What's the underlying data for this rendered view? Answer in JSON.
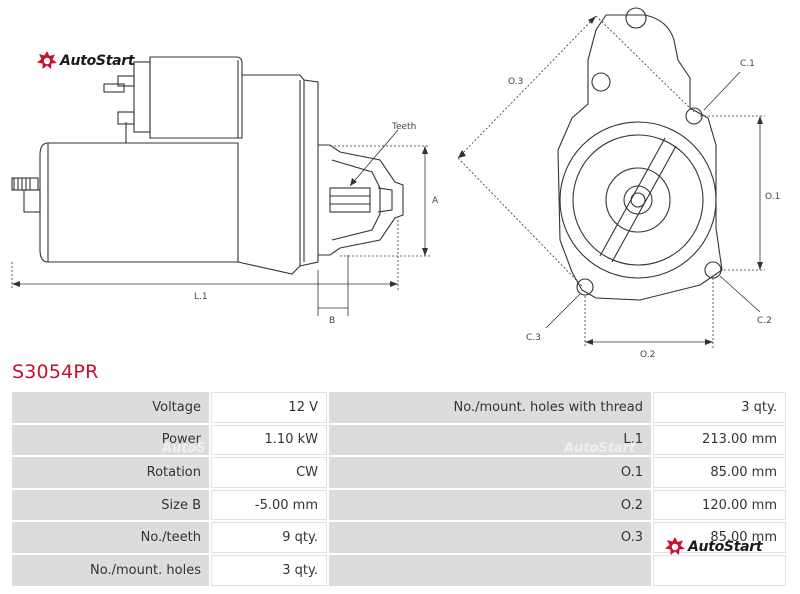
{
  "brand": {
    "name": "AutoStart",
    "accent": "#c8102e"
  },
  "drawing_labels": {
    "teeth": "Teeth",
    "a": "A",
    "l1": "L.1",
    "b": "B",
    "o3": "O.3",
    "c1": "C.1",
    "o1": "O.1",
    "c2": "C.2",
    "c3": "C.3",
    "o2": "O.2"
  },
  "part_number": "S3054PR",
  "specs": {
    "rows": [
      {
        "label1": "Voltage",
        "value1": "12 V",
        "label2": "No./mount. holes with thread",
        "value2": "3 qty."
      },
      {
        "label1": "Power",
        "value1": "1.10 kW",
        "label2": "L.1",
        "value2": "213.00 mm"
      },
      {
        "label1": "Rotation",
        "value1": "CW",
        "label2": "O.1",
        "value2": "85.00 mm"
      },
      {
        "label1": "Size B",
        "value1": "-5.00 mm",
        "label2": "O.2",
        "value2": "120.00 mm"
      },
      {
        "label1": "No./teeth",
        "value1": "9 qty.",
        "label2": "O.3",
        "value2": "85.00 mm"
      },
      {
        "label1": "No./mount. holes",
        "value1": "3 qty.",
        "label2": "",
        "value2": ""
      }
    ]
  }
}
